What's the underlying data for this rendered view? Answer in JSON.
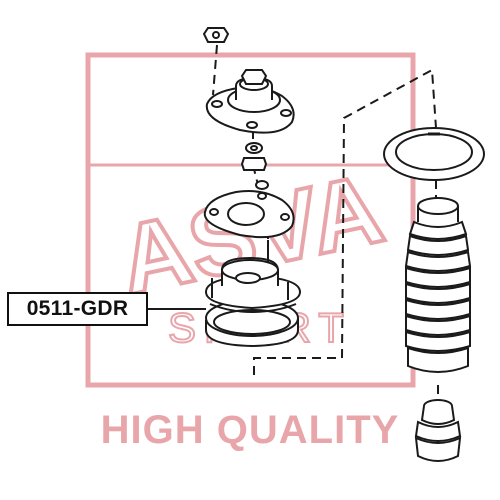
{
  "part_number": "0511-GDR",
  "watermark": {
    "brand": "ASVA",
    "sub": "SPORT",
    "tagline": "HIGH QUALITY",
    "color": "#e8a6ab"
  },
  "line_color": "#1a1a1a"
}
